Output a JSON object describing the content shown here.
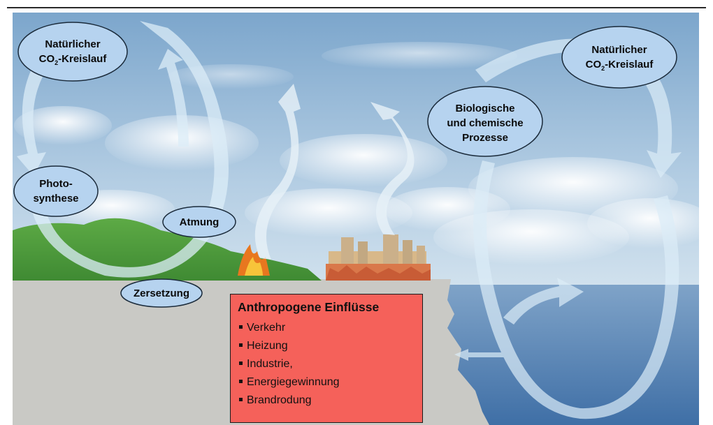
{
  "labels": {
    "natural_cycle_left": {
      "line1": "Natürlicher",
      "line2_prefix": "CO",
      "line2_sub": "2",
      "line2_suffix": "-Kreislauf"
    },
    "natural_cycle_right": {
      "line1": "Natürlicher",
      "line2_prefix": "CO",
      "line2_sub": "2",
      "line2_suffix": "-Kreislauf"
    },
    "photosynthesis": {
      "line1": "Photo-",
      "line2": "synthese"
    },
    "respiration": "Atmung",
    "decomposition": "Zersetzung",
    "bio_chem_processes": {
      "line1": "Biologische",
      "line2": "und chemische",
      "line3": "Prozesse"
    }
  },
  "anthropogenic": {
    "title": "Anthropogene Einflüsse",
    "items": [
      "Verkehr",
      "Heizung",
      "Industrie,",
      "Energiegewinnung",
      "Brandrodung"
    ]
  },
  "colors": {
    "sky_top": "#7fa9cf",
    "sky_bottom": "#cfe0ee",
    "ground": "#c8c8c4",
    "ocean": "#4f7fb2",
    "vegetation": "#4f9a3a",
    "bubble_fill": "#b7d2ee",
    "arrow_fill": "#d8ebf8",
    "box_fill": "#f5615a"
  }
}
